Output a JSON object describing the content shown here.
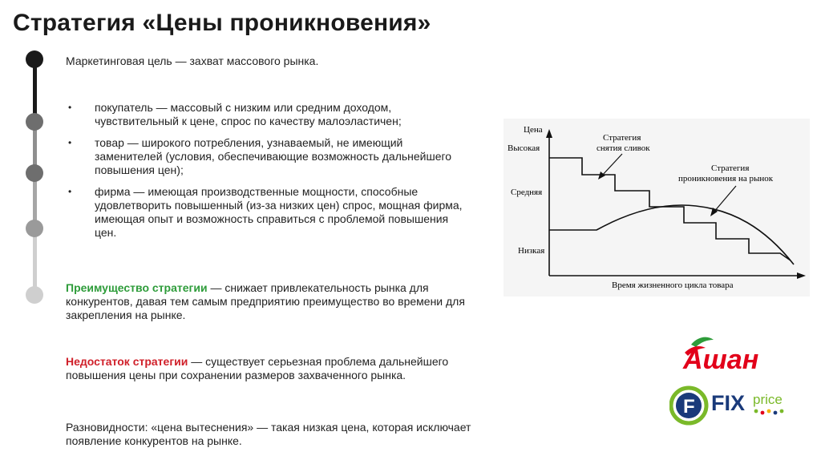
{
  "slide": {
    "title": "Стратегия «Цены проникновения»",
    "goal": "Маркетинговая цель — захват массового рынка.",
    "bullets": [
      {
        "text": "покупатель — массовый с низким или средним доходом, чувствительный к цене, спрос по качеству малоэластичен;"
      },
      {
        "text": "товар — широкого потребления, узнаваемый, не имеющий заменителей (условия, обеспечивающие возможность дальнейшего повышения цен);"
      },
      {
        "text": "фирма — имеющая производственные мощности, способные удовлетворить повышенный (из-за низких цен) спрос, мощная фирма, имеющая опыт и возможность справиться с проблемой повышения цен."
      }
    ],
    "bullet_glyph": "•",
    "advantage": {
      "heading": "Преимущество стратегии",
      "text": " — снижает привлекательность рынка для конкурентов, давая тем самым предприятию преимущество во времени для закрепления на рынке."
    },
    "disadvantage": {
      "heading": "Недостаток стратегии",
      "text": " — существует серьезная проблема дальнейшего повышения цены при сохранении размеров захваченного рынка."
    },
    "varieties": "Разновидности: «цена вытеснения» — такая низкая цена, которая исключает появление конкурентов на рынке.",
    "timeline_colors": [
      "#1a1a1a",
      "#6e6e6e",
      "#8f8f8f",
      "#b3b3b3",
      "#d4d4d4"
    ]
  },
  "diagram": {
    "y_axis_label": "Цена",
    "y_levels": [
      "Высокая",
      "Средняя",
      "Низкая"
    ],
    "x_axis_label": "Время жизненного цикла товара",
    "skimming_label_line1": "Стратегия",
    "skimming_label_line2": "снятия сливок",
    "penetration_label_line1": "Стратегия",
    "penetration_label_line2": "проникновения на рынок"
  },
  "logos": {
    "auchan": {
      "text": "Ашан",
      "color": "#e2001a",
      "accent": "#2e9c3a"
    },
    "fixprice": {
      "letter": "F",
      "text_main": "FIX",
      "text_sub": "price",
      "color_blue": "#1a3a7a",
      "color_green": "#7ab929"
    }
  }
}
